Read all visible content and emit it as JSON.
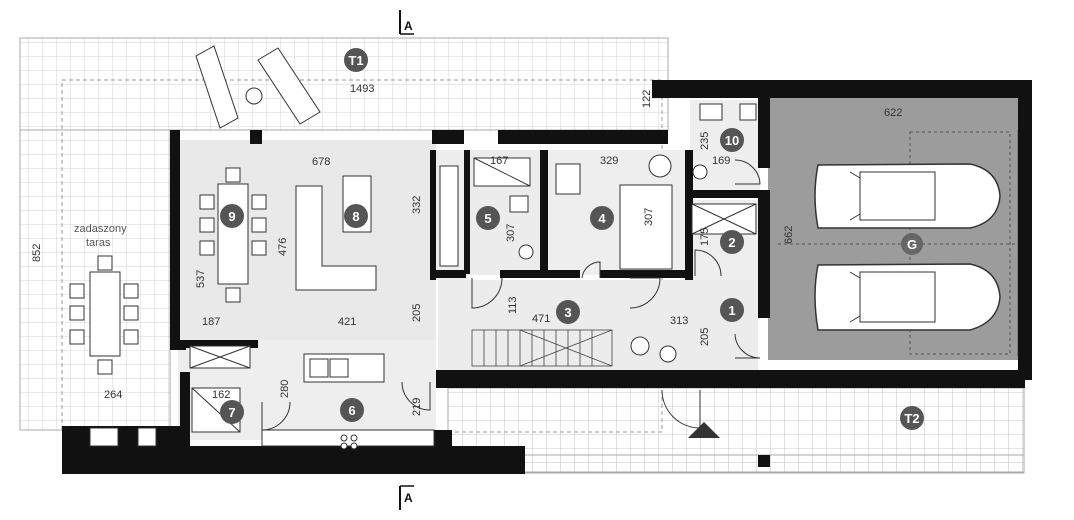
{
  "section_mark": "A",
  "terrace_label": [
    "zadaszony",
    "taras"
  ],
  "room_badges": [
    {
      "id": "1",
      "label": "1"
    },
    {
      "id": "2",
      "label": "2"
    },
    {
      "id": "3",
      "label": "3"
    },
    {
      "id": "4",
      "label": "4"
    },
    {
      "id": "5",
      "label": "5"
    },
    {
      "id": "6",
      "label": "6"
    },
    {
      "id": "7",
      "label": "7"
    },
    {
      "id": "8",
      "label": "8"
    },
    {
      "id": "9",
      "label": "9"
    },
    {
      "id": "10",
      "label": "10"
    },
    {
      "id": "T1",
      "label": "T1"
    },
    {
      "id": "T2",
      "label": "T2"
    },
    {
      "id": "G",
      "label": "G"
    }
  ],
  "dimensions": {
    "terrace_width": "1493",
    "terrace_depth": "122",
    "living_width": "678",
    "living_depth": "332",
    "dining_depth": "537",
    "lounge_depth": "476",
    "left_strip": "187",
    "living_lower": "421",
    "hall_height": "205",
    "terrace_height": "852",
    "terrace_bottom": "264",
    "room5_width": "167",
    "room5_depth": "307",
    "room4_width": "329",
    "room4_depth": "307",
    "room10_depth": "235",
    "room10_width": "169",
    "room2_depth": "175",
    "garage_width": "622",
    "garage_depth": "662",
    "hall_width": "471",
    "hall_depth": "113",
    "vestibule_width": "313",
    "vestibule_depth": "205",
    "room7_width": "162",
    "kitchen_depth": "280",
    "kitchen_lower": "219"
  }
}
